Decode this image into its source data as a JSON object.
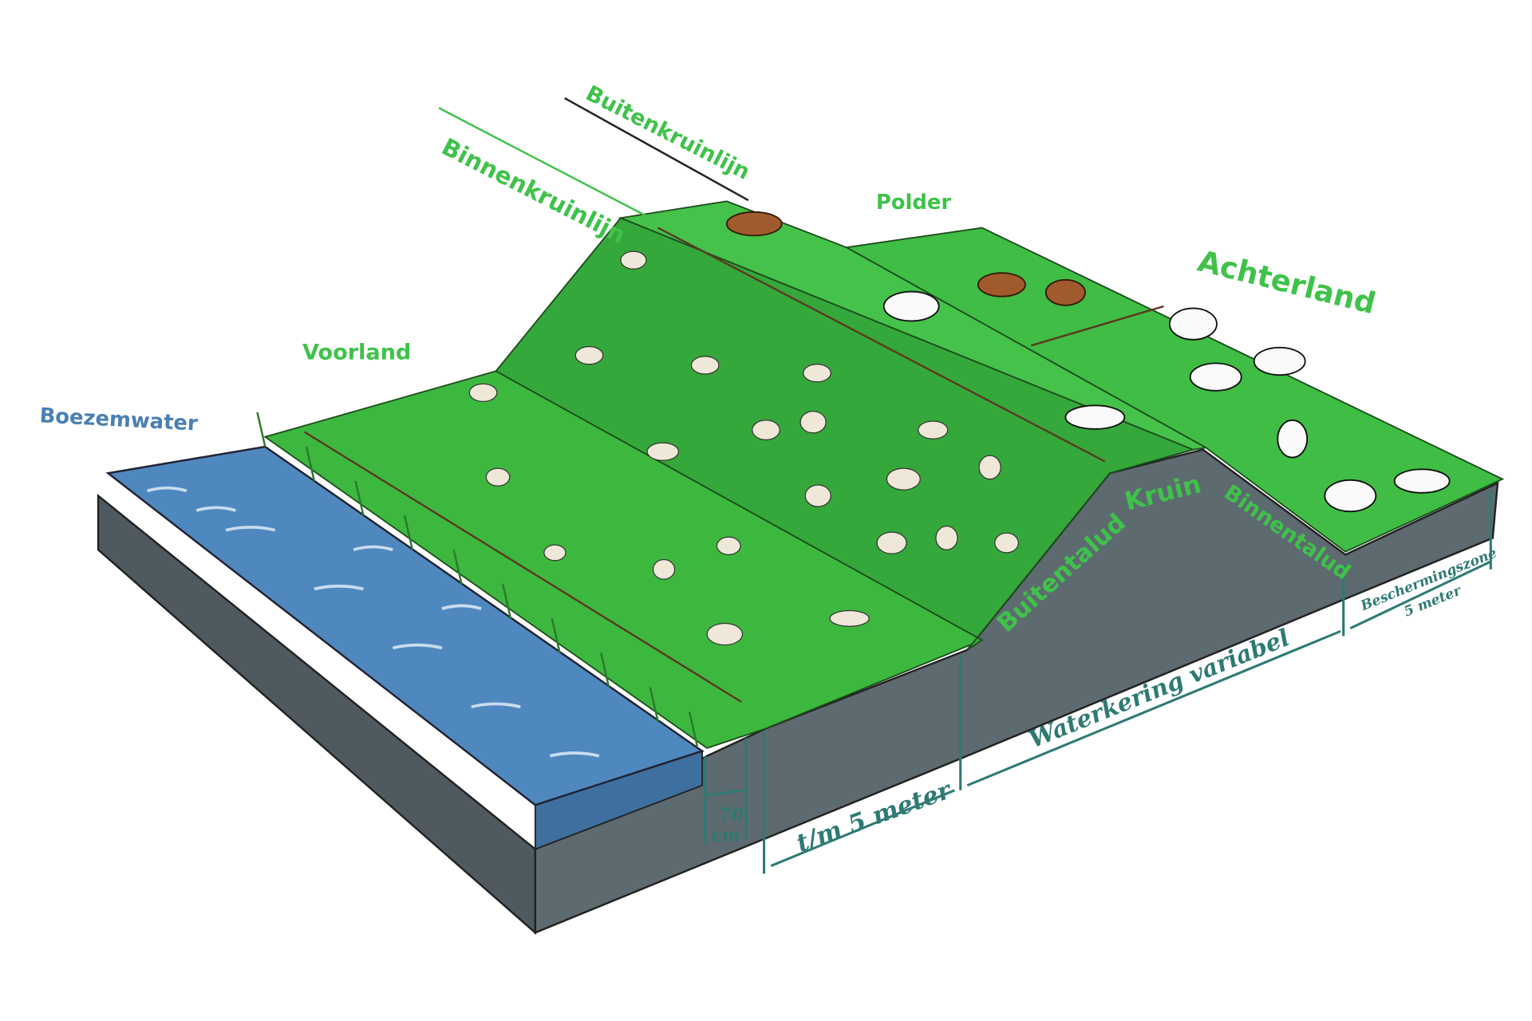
{
  "labels": {
    "boezemwater": "Boezemwater",
    "voorland": "Voorland",
    "binnenkruinlijn": "Binnenkruinlijn",
    "buitenkruinlijn": "Buitenkruinlijn",
    "polder": "Polder",
    "achterland": "Achterland",
    "kruin": "Kruin",
    "buitentalud": "Buitentalud",
    "binnentalud": "Binnentalud"
  },
  "dimensions": {
    "reed_strip_value": "70",
    "reed_strip_unit": "cm",
    "foreshore_zone": "t/m 5 meter",
    "water_barrier": "Waterkering variabel",
    "protection_zone": "Beschermingszone",
    "protection_zone_width": "5 meter"
  },
  "colors": {
    "grass": "#3db83f",
    "slope_grass": "#34a83a",
    "soil_section": "#5d6a70",
    "water": "#4f88bf",
    "label_green": "#3fc24a",
    "label_blue": "#4a7fb5",
    "dimension_teal": "#2e7a74"
  }
}
